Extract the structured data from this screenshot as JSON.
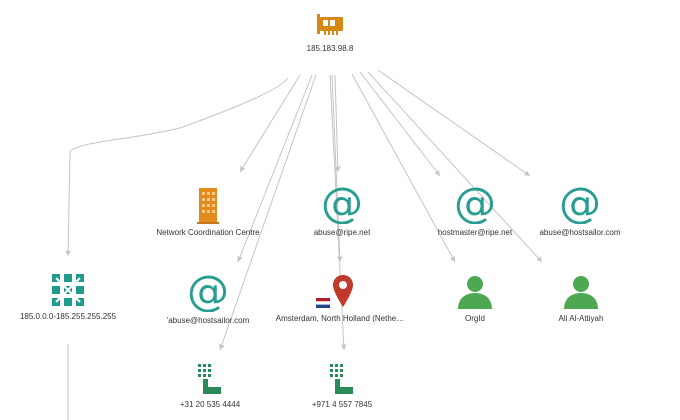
{
  "colors": {
    "ip": "#d68910",
    "org": "#e28a1b",
    "email": "#2a9d93",
    "netrange": "#1f9a8e",
    "location": "#c0392b",
    "person": "#4ea852",
    "phone": "#2a8a5a",
    "edge": "#c4c4c4"
  },
  "nodes": {
    "ip": {
      "label": "185.183.98.8",
      "icon": "network-card-icon"
    },
    "org_ncc": {
      "label": "Network Coordination Centre",
      "icon": "building-icon"
    },
    "email_ripe": {
      "label": "abuse@ripe.net",
      "icon": "at-sign-icon"
    },
    "email_hostmaster": {
      "label": "hostmaster@ripe.net",
      "icon": "at-sign-icon"
    },
    "email_hostsailor": {
      "label": "abuse@hostsailor.com",
      "icon": "at-sign-icon"
    },
    "netrange": {
      "label": "185.0.0.0-185.255.255.255",
      "icon": "netblock-icon"
    },
    "email_hostsailor_quoted": {
      "label": "'abuse@hostsailor.com",
      "icon": "at-sign-icon"
    },
    "location": {
      "label": "Amsterdam, North Holland (Nethe…",
      "icon": "map-pin-icon"
    },
    "orgid": {
      "label": "OrgId",
      "icon": "person-icon"
    },
    "person_ali": {
      "label": "Ali Al-Attiyah",
      "icon": "person-icon"
    },
    "phone_nl": {
      "label": "+31 20 535 4444",
      "icon": "phone-icon"
    },
    "phone_ae": {
      "label": "+971 4 557 7845",
      "icon": "phone-icon"
    }
  }
}
